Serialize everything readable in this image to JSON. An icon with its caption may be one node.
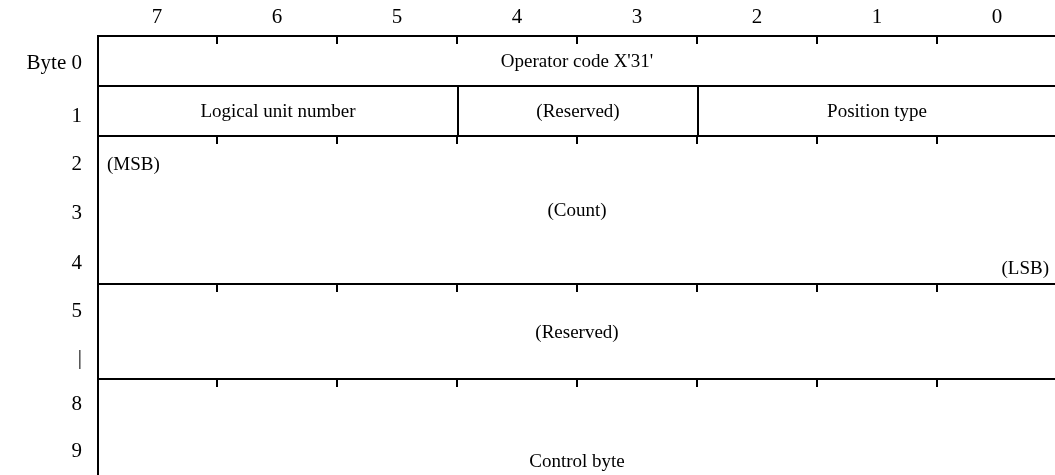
{
  "diagram": {
    "nodes": [
      {
        "text": [
          "Operator code X'31'"
        ]
      },
      {
        "text": [
          "Logical unit number"
        ]
      },
      {
        "text": [
          "(Reserved)"
        ]
      },
      {
        "text": [
          "Position type"
        ]
      },
      {
        "text": [
          "(MSB)",
          "(Count)",
          "(LSB)"
        ]
      },
      {
        "text": [
          "(Reserved)"
        ]
      },
      {
        "text": [
          "Control byte"
        ]
      }
    ],
    "labels": [
      "7",
      "6",
      "5",
      "4",
      "3",
      "2",
      "1",
      "0",
      "Byte 0",
      "1",
      "2",
      "3",
      "4",
      "5",
      "|",
      "8",
      "9"
    ]
  }
}
